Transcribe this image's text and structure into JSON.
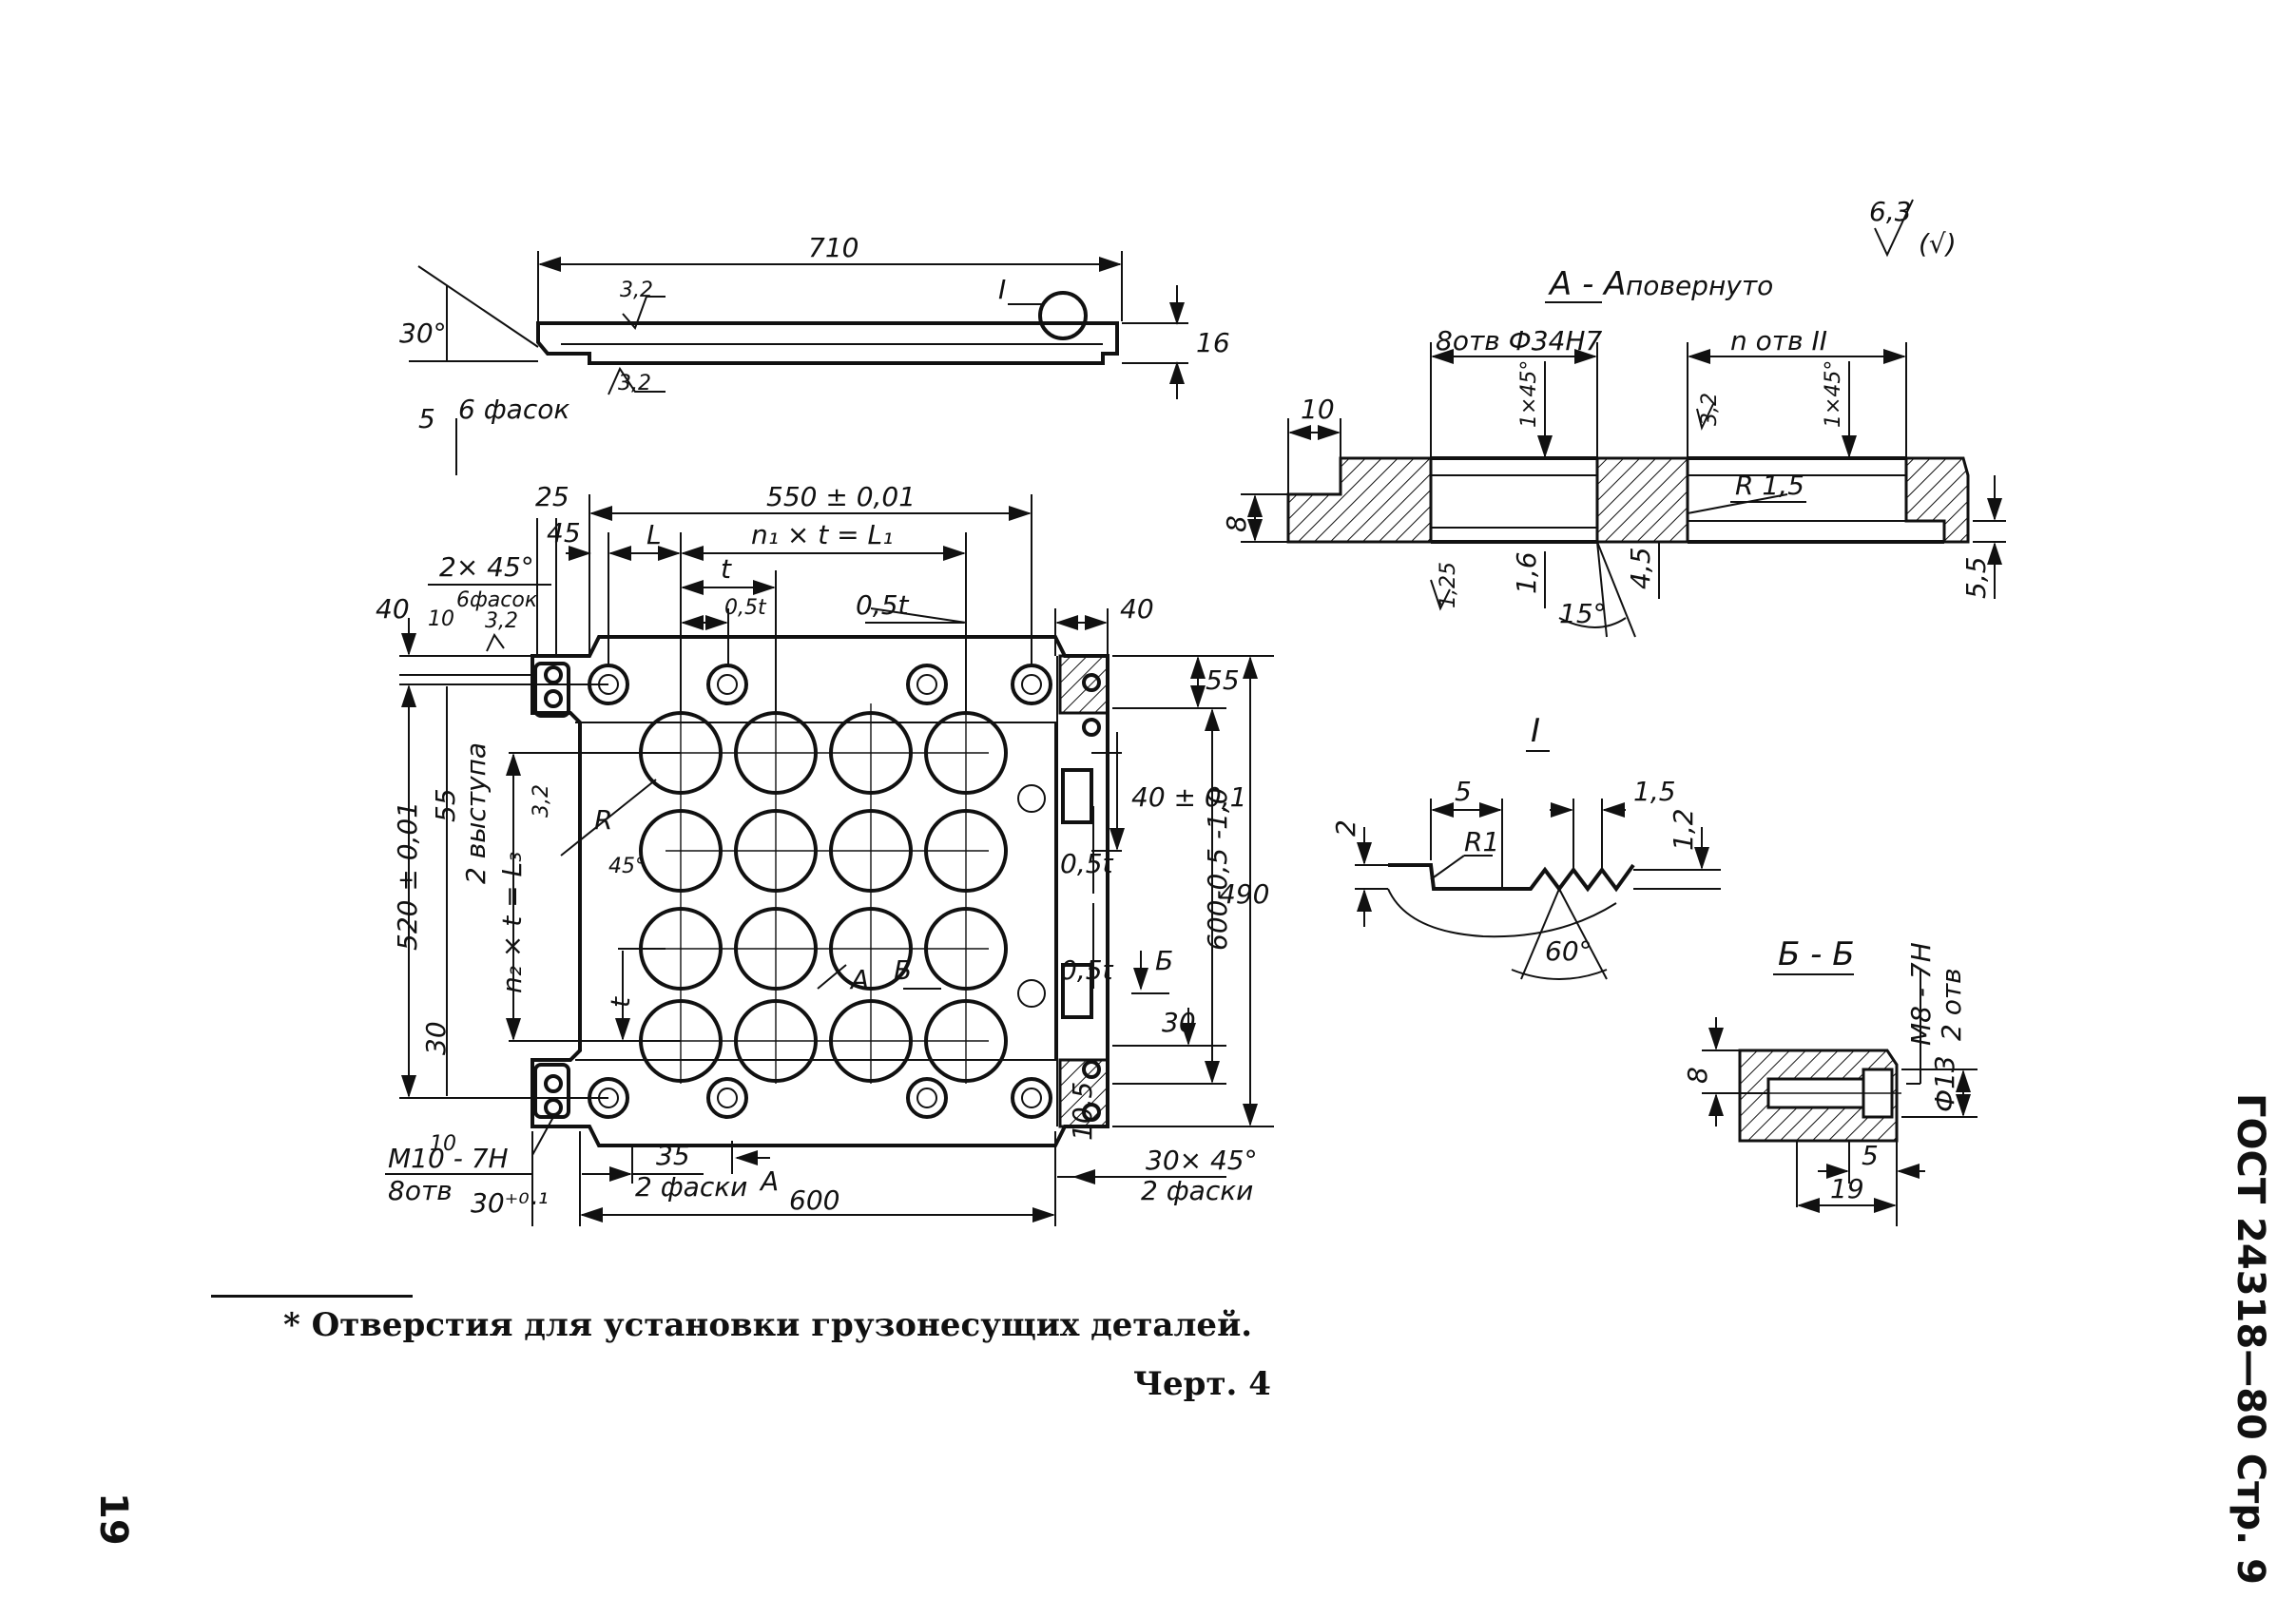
{
  "roughness": {
    "value": "6,3",
    "paren": "(√)"
  },
  "top_view": {
    "length": "710",
    "angle": "30°",
    "height": "16",
    "rough1": "3,2",
    "rough2": "3,2",
    "callout": "I",
    "chamfer_size": "5",
    "chamfer_note": "6 фасок"
  },
  "plan": {
    "d25": "25",
    "d550": "550 ± 0,01",
    "d45": "45",
    "dL": "L",
    "formula1": "n₁ × t = L₁",
    "d2x45": "2× 45°",
    "d6fasok": "6фасок",
    "d40_left": "40",
    "d10": "10",
    "r32": "3,2",
    "dt": "t",
    "d05t_a": "0,5t",
    "d05t_b": "0,5t",
    "d40_right": "40",
    "d55_right": "55",
    "d40pm": "40 ± 0,1",
    "d05t_c": "0,5t",
    "d05t_d": "0,5t",
    "d30_right": "30",
    "d490": "490",
    "d600_tol": "600-0,5 -1,0",
    "d520": "520 ± 0,01",
    "d55_left": "55",
    "vystupa": "2 выступа",
    "formula3": "n₂ × t = L₃",
    "d30_left": "30",
    "dt_left": "t",
    "dR": "R",
    "d45deg": "45°",
    "r32b": "3,2",
    "secA": "A",
    "secB": "Б",
    "secB2": "Б",
    "secA2": "A",
    "m10": "M10 - 7H",
    "d10_small": "10",
    "votv8": "8отв",
    "d30p01": "30⁺⁰·¹",
    "d35": "35",
    "fasks2": "2 фаски",
    "d600": "600",
    "d105": "10,5",
    "d30x45": "30× 45°",
    "fasks2b": "2 фаски"
  },
  "section_AA": {
    "title": "A - A",
    "subtitle": "повернуто",
    "d8otv": "8отв Ф34Н7",
    "d_n_otv": "n отв II",
    "d10": "10",
    "d1x45a": "1×45°",
    "d1x45b": "1×45°",
    "r32": "3,2",
    "r15": "R 1,5",
    "d8": "8",
    "r125": "1,25",
    "d16": "1,6",
    "d15deg": "15°",
    "d45": "4,5",
    "d55": "5,5"
  },
  "detail_I": {
    "title": "I",
    "d5": "5",
    "d15": "1,5",
    "d2": "2",
    "r1": "R1",
    "d12": "1,2",
    "d60": "60°"
  },
  "section_BB": {
    "title": "Б - Б",
    "m8": "M8 - 7H",
    "otv2": "2 отв",
    "d8": "8",
    "phi13": "Ф13",
    "d5": "5",
    "d19": "19"
  },
  "footnote": "* Отверстия для установки грузонесущих деталей.",
  "chert": "Черт. 4",
  "page_number": "19",
  "gost_label": "ГОСТ 24318—80 Стр. 9"
}
